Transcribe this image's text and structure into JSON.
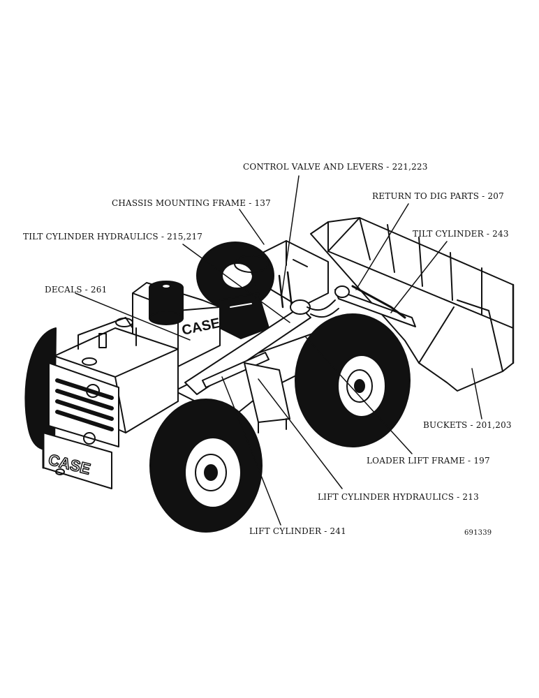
{
  "labels": {
    "control_valve": "CONTROL VALVE AND LEVERS - 221,223",
    "chassis_frame": "CHASSIS MOUNTING FRAME - 137",
    "return_to_dig": "RETURN TO DIG PARTS - 207",
    "tilt_hydraulics": "TILT CYLINDER HYDRAULICS - 215,217",
    "tilt_cylinder": "TILT CYLINDER - 243",
    "decals": "DECALS - 261",
    "buckets": "BUCKETS - 201,203",
    "loader_lift_frame": "LOADER LIFT FRAME - 197",
    "lift_hydraulics": "LIFT CYLINDER HYDRAULICS - 213",
    "lift_cylinder": "LIFT CYLINDER - 241"
  },
  "figure_number": "691339",
  "brand_marks": {
    "cab_side": "CASE",
    "front_grille": "CASE"
  },
  "colors": {
    "ink": "#111111",
    "paper": "#ffffff"
  }
}
